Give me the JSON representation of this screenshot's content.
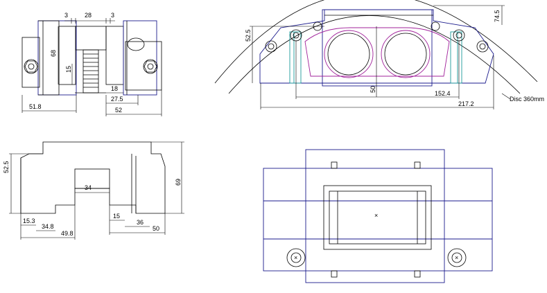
{
  "views": {
    "side_view": {
      "dims": {
        "top_3_left": "3",
        "top_28": "28",
        "top_3_right": "3",
        "h_68": "68",
        "d_15": "15",
        "d_51_8": "51.8",
        "d_18": "18",
        "d_27_5": "27.5",
        "d_52": "52"
      }
    },
    "front_view": {
      "dims": {
        "h_52_5": "52.5",
        "h_74_5": "74.5",
        "d_50": "50",
        "d_152_4": "152.4",
        "d_217_2": "217.2"
      },
      "disc_label": "Disc 360mm"
    },
    "profile_view": {
      "dims": {
        "h_52_5": "52.5",
        "d_34": "34",
        "h_69": "69",
        "d_15_3": "15.3",
        "d_34_8": "34.8",
        "d_49_8": "49.8",
        "d_15": "15",
        "d_36": "36",
        "d_50": "50"
      }
    },
    "top_view": {
      "center_mark": "×",
      "bolt_mark": "×"
    }
  },
  "colors": {
    "line": "#000000",
    "outline_blue": "#1a1a8c",
    "piston_magenta": "#a0209a",
    "pad_cyan": "#1a9a9a"
  }
}
